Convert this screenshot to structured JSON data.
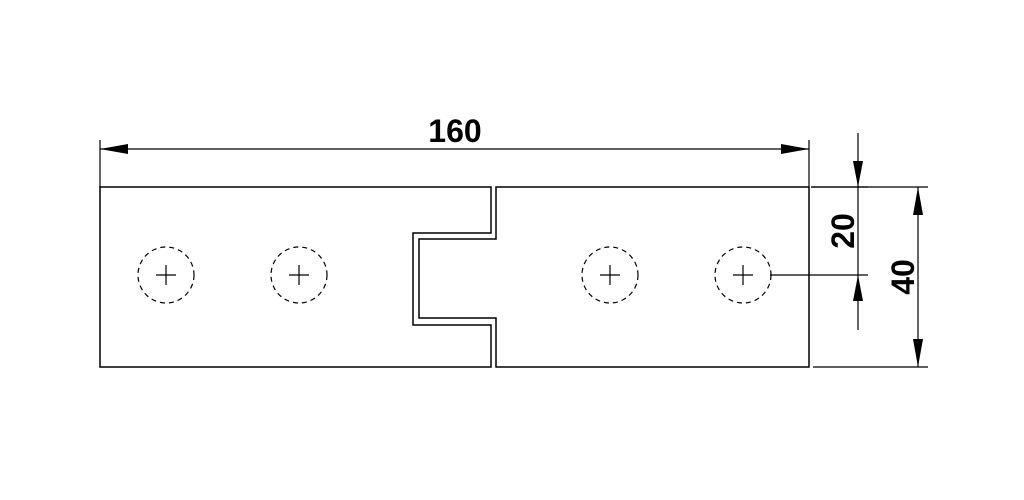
{
  "dimensions": {
    "overall_length": "160",
    "vertical_offset": "20",
    "overall_height": "40"
  }
}
